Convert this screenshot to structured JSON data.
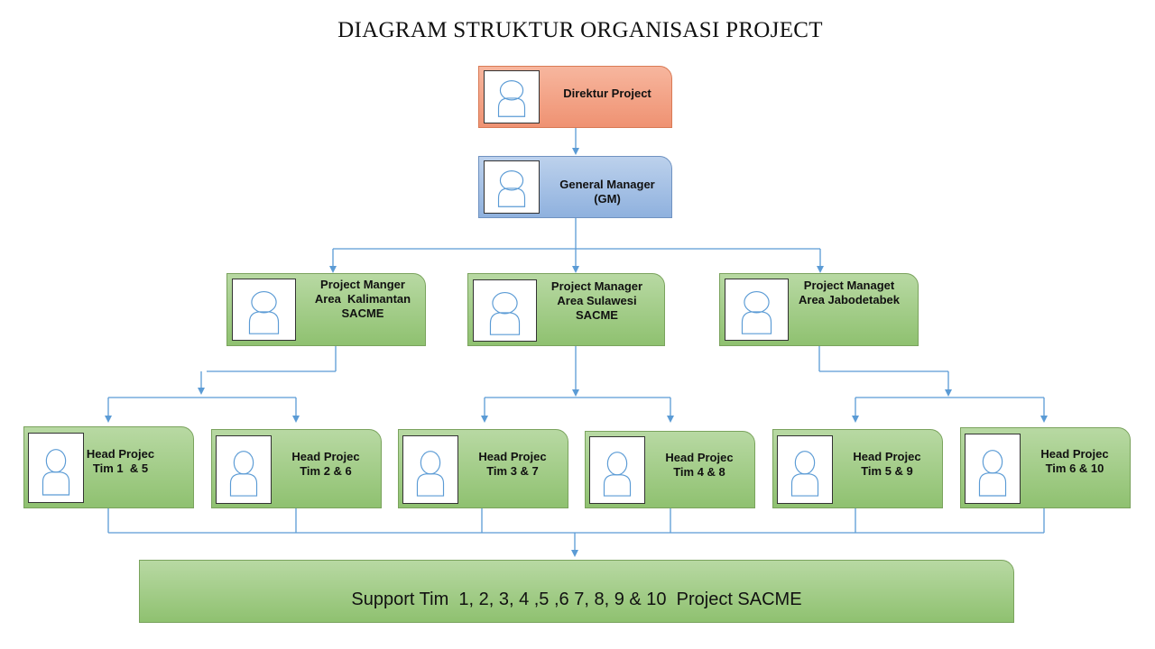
{
  "title": "DIAGRAM STRUKTUR ORGANISASI PROJECT",
  "director": {
    "line1": "Direktur Project"
  },
  "gm": {
    "line1": "General Manager",
    "line2": "(GM)"
  },
  "pm_kalimantan": {
    "line1": "Project Manger",
    "line2": "Area  Kalimantan",
    "line3": "SACME"
  },
  "pm_sulawesi": {
    "line1": "Project Manager",
    "line2": "Area Sulawesi",
    "line3": "SACME"
  },
  "pm_jabodetabek": {
    "line1": "Project Managet",
    "line2": "Area Jabodetabek"
  },
  "head1": {
    "line1": "Head Projec",
    "line2": "Tim 1  & 5"
  },
  "head2": {
    "line1": "Head Projec",
    "line2": "Tim 2 & 6"
  },
  "head3": {
    "line1": "Head Projec",
    "line2": "Tim 3 & 7"
  },
  "head4": {
    "line1": "Head Projec",
    "line2": "Tim 4 & 8"
  },
  "head5": {
    "line1": "Head Projec",
    "line2": "Tim 5 & 9"
  },
  "head6": {
    "line1": "Head Projec",
    "line2": "Tim 6 & 10"
  },
  "support": {
    "label": "Support Tim  1, 2, 3, 4 ,5 ,6 7, 8, 9 & 10  Project SACME"
  },
  "colors": {
    "connector": "#5b9bd5",
    "green": "#9bc97e",
    "orange": "#f4a284",
    "blue": "#a9c4e8"
  }
}
